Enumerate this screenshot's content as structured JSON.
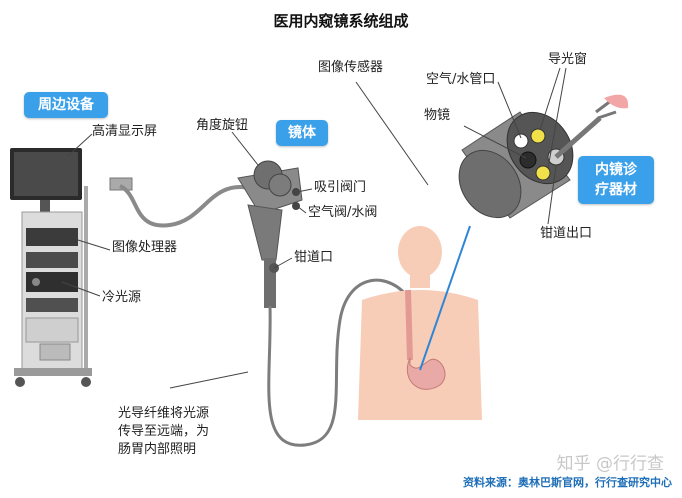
{
  "title": "医用内窥镜系统组成",
  "badges": {
    "peripheral": "周边设备",
    "scope": "镜体",
    "instrument": [
      "内镜诊",
      "疗器材"
    ]
  },
  "labels": {
    "monitor": "高清显示屏",
    "processor": "图像处理器",
    "light_source": "冷光源",
    "angle_knob": "角度旋钮",
    "suction_valve": "吸引阀门",
    "air_water_valve": "空气阀/水阀",
    "channel_port": "钳道口",
    "image_sensor": "图像传感器",
    "air_water_nozzle": "空气/水管口",
    "light_guide_window": "导光窗",
    "objective_lens": "物镜",
    "channel_outlet": "钳道出口"
  },
  "note_lines": [
    "光导纤维将光源",
    "传导至远端，为",
    "肠胃内部照明"
  ],
  "source": "资料来源：奥林巴斯官网，行行查研究中心",
  "watermark": "知乎 @行行查",
  "colors": {
    "badge_blue": "#3aa0ea",
    "body_skin": "#f7cdb8",
    "stomach": "#e9a9a6",
    "scope_grey": "#7d7d7d",
    "fiber_blue": "#2f86d6"
  }
}
